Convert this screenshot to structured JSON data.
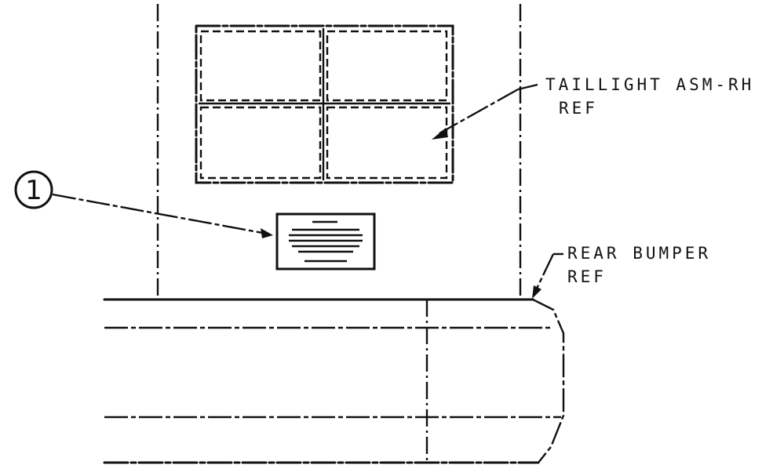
{
  "callouts": {
    "item_number": "1",
    "taillight_line1": "TAILLIGHT ASM-RH",
    "taillight_line2": "REF",
    "bumper_line1": "REAR BUMPER",
    "bumper_line2": "REF"
  }
}
